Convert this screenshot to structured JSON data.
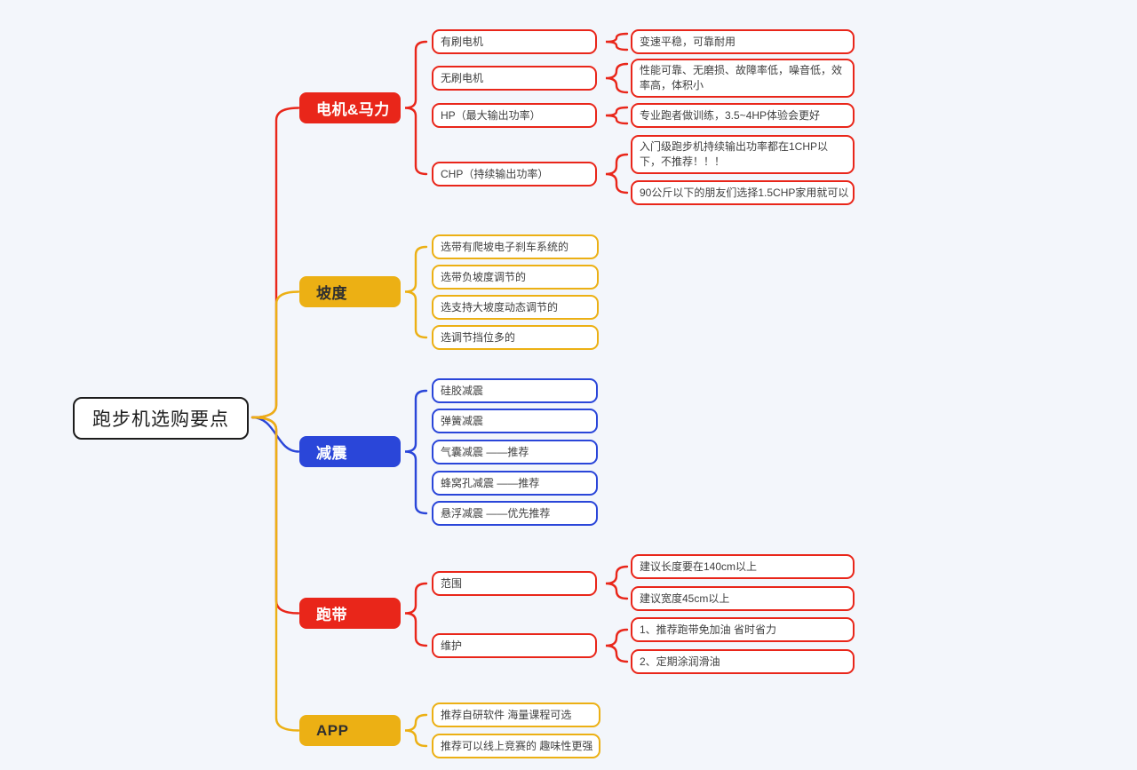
{
  "root": {
    "label": "跑步机选购要点"
  },
  "palette": {
    "red": "#e9261a",
    "gold": "#ecb014",
    "blue": "#2a46d9",
    "text": "#3f3f3f",
    "bg": "#f3f6fb",
    "rootBorder": "#1c1c1c"
  },
  "branches": [
    {
      "label": "电机&马力",
      "children": [
        {
          "label": "有刷电机",
          "notes": [
            "变速平稳，可靠耐用"
          ]
        },
        {
          "label": "无刷电机",
          "notes": [
            "性能可靠、无磨损、故障率低，噪音低，效率高，体积小"
          ]
        },
        {
          "label": "HP（最大输出功率）",
          "notes": [
            "专业跑者做训练，3.5~4HP体验会更好"
          ]
        },
        {
          "label": "CHP（持续输出功率）",
          "notes": [
            "入门级跑步机持续输出功率都在1CHP以下，不推荐！！！",
            "90公斤以下的朋友们选择1.5CHP家用就可以"
          ]
        }
      ]
    },
    {
      "label": "坡度",
      "children": [
        {
          "label": "选带有爬坡电子刹车系统的"
        },
        {
          "label": "选带负坡度调节的"
        },
        {
          "label": "选支持大坡度动态调节的"
        },
        {
          "label": "选调节挡位多的"
        }
      ]
    },
    {
      "label": "减震",
      "children": [
        {
          "label": "硅胶减震"
        },
        {
          "label": "弹簧减震"
        },
        {
          "label": "气囊减震 ——推荐"
        },
        {
          "label": "蜂窝孔减震 ——推荐"
        },
        {
          "label": "悬浮减震 ——优先推荐"
        }
      ]
    },
    {
      "label": "跑带",
      "children": [
        {
          "label": "范围",
          "notes": [
            "建议长度要在140cm以上",
            "建议宽度45cm以上"
          ]
        },
        {
          "label": "维护",
          "notes": [
            "1、推荐跑带免加油 省时省力",
            "2、定期涂润滑油"
          ]
        }
      ]
    },
    {
      "label": "APP",
      "children": [
        {
          "label": "推荐自研软件 海量课程可选"
        },
        {
          "label": "推荐可以线上竞赛的 趣味性更强"
        }
      ]
    }
  ]
}
